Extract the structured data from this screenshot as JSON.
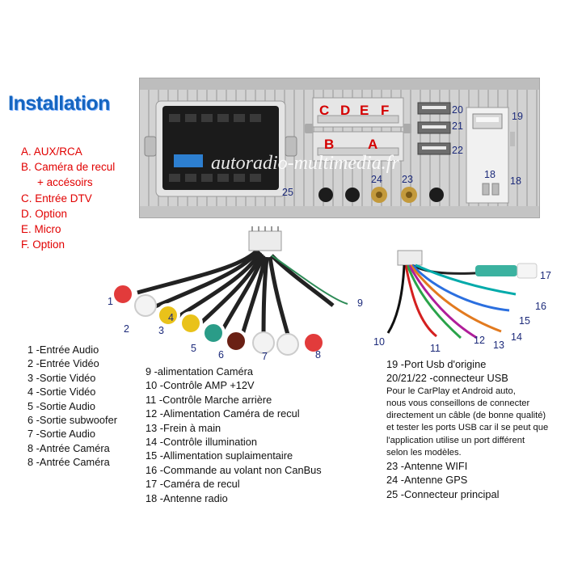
{
  "title": "Installation",
  "letters_legend": [
    "A. AUX/RCA",
    "B. Caméra de recul",
    "+ accésoirs",
    "C. Entrée DTV",
    "D. Option",
    "E. Micro",
    "F. Option"
  ],
  "panel": {
    "watermark": "autoradio-multimedia.fr",
    "port_letters": [
      "C",
      "D",
      "E",
      "F",
      "B",
      "A"
    ],
    "port_numbers": [
      "20",
      "21",
      "22",
      "19",
      "18",
      "18",
      "24",
      "23",
      "25"
    ]
  },
  "harness_left_numbers": [
    "1",
    "2",
    "3",
    "4",
    "5",
    "6",
    "7",
    "8",
    "9"
  ],
  "harness_right_numbers": [
    "17",
    "16",
    "15",
    "14",
    "13",
    "12",
    "11",
    "10"
  ],
  "legend_col1": [
    "1 -Entrée Audio",
    "2 -Entrée Vidéo",
    "3 -Sortie Vidéo",
    "4 -Sortie Vidéo",
    "5 -Sortie Audio",
    "6  -Sortie subwoofer",
    "7 -Sortie Audio",
    "8 -Antrée Caméra",
    "8 -Antrée Caméra"
  ],
  "legend_col2": [
    "9 -alimentation Caméra",
    "10 -Contrôle AMP +12V",
    "11 -Contrôle Marche arrière",
    "12 -Alimentation Caméra de recul",
    "13 -Frein à main",
    "14 -Contrôle illumination",
    "15 -Allimentation suplaimentaire",
    "16 -Commande au volant non CanBus",
    "17 -Caméra de recul",
    "18 -Antenne radio"
  ],
  "legend_col3_top": [
    "19 -Port Usb d'origine",
    "20/21/22 -connecteur USB"
  ],
  "legend_col3_note": [
    "Pour le CarPlay et Android auto,",
    "nous vous conseillons de connecter",
    "directement un câble (de bonne qualité)",
    "et tester les ports USB car il se peut que",
    "l'application utilise un port différent",
    "selon les modèles."
  ],
  "legend_col3_bottom": [
    "23 -Antenne WIFI",
    "24 -Antenne GPS",
    "25 -Connecteur principal"
  ],
  "colors": {
    "title": "#1565c0",
    "legend_letters": "#e10000",
    "panel": "#cfcfcf",
    "label_numbers": "#1c2a7a"
  }
}
